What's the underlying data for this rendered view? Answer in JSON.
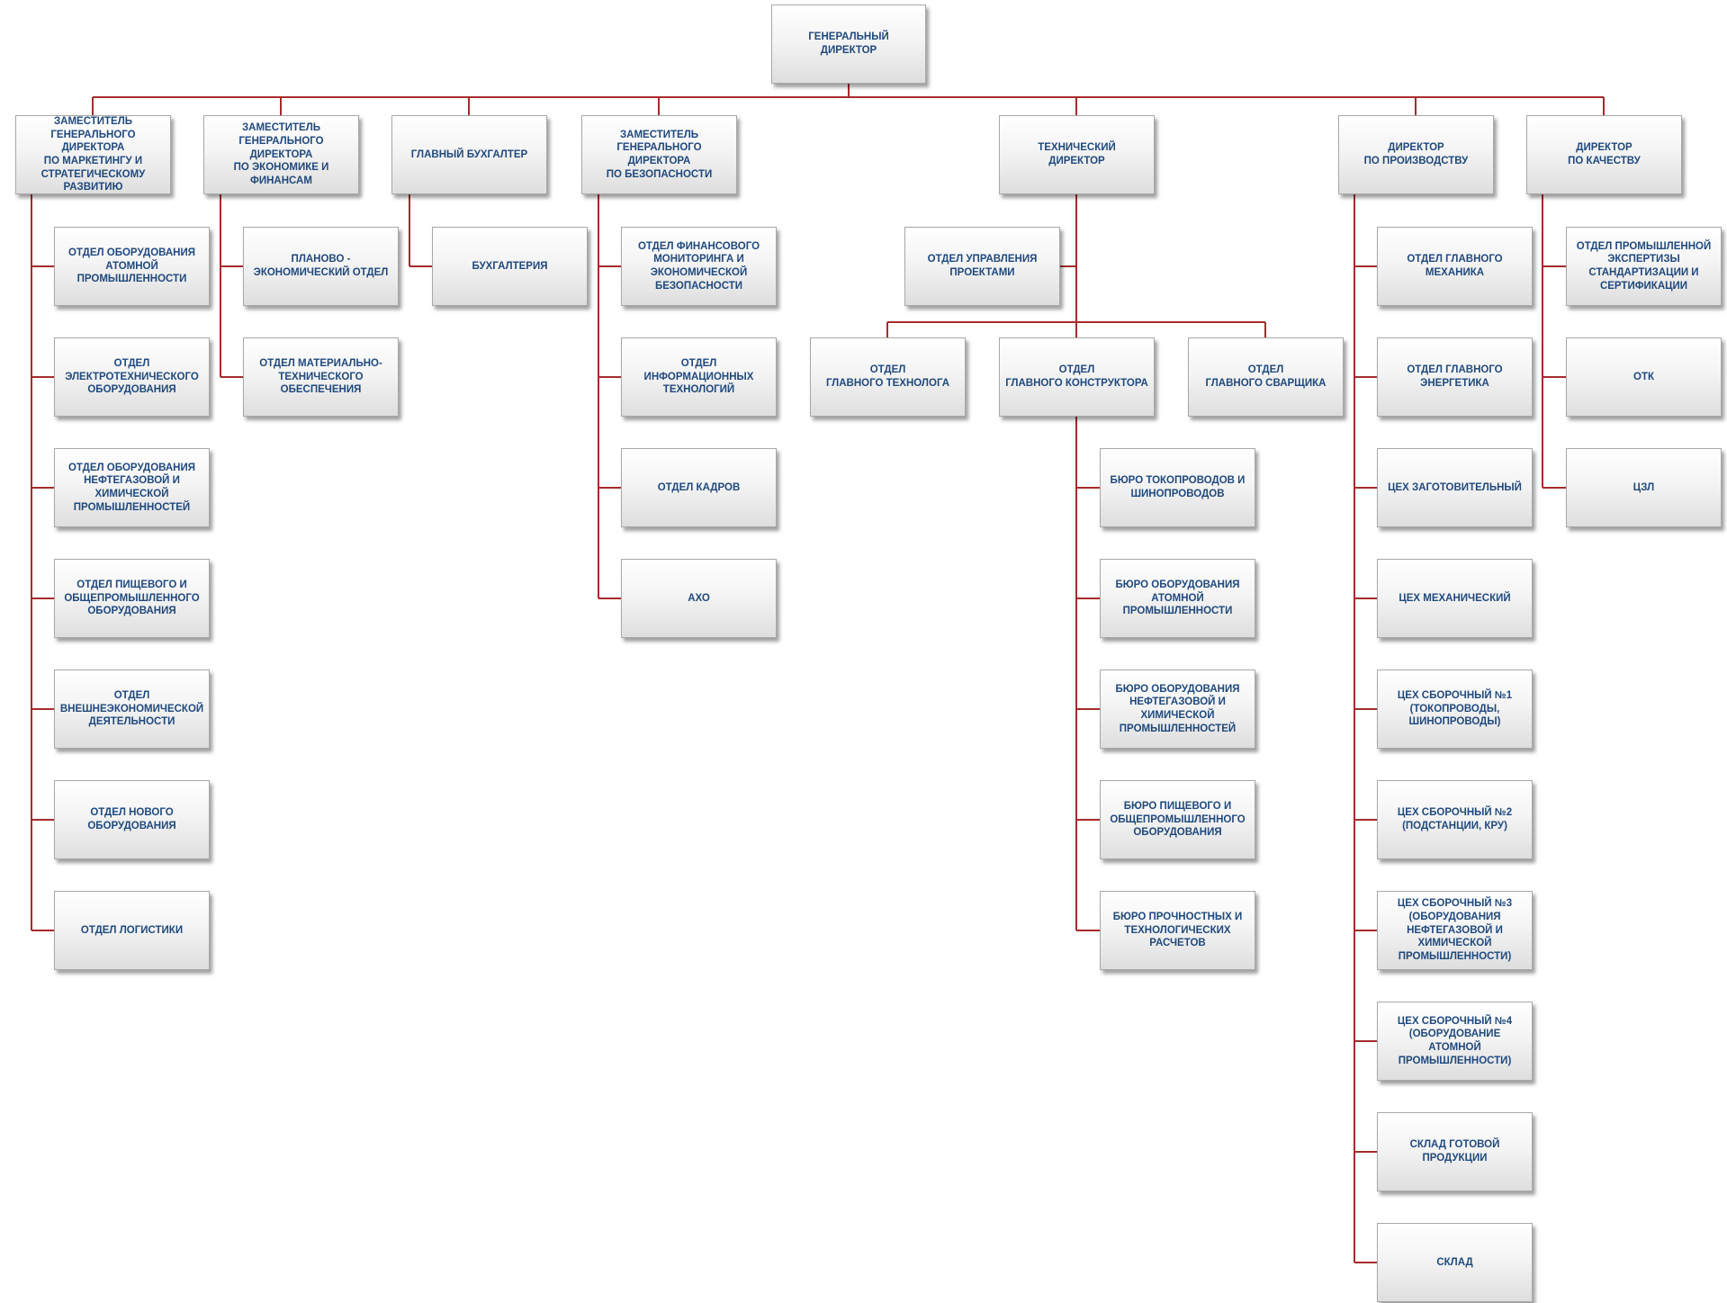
{
  "colors": {
    "connector": "#a62b2b",
    "text": "#1f497d"
  },
  "nodes": [
    {
      "id": "ceo",
      "label": "ГЕНЕРАЛЬНЫЙ\nДИРЕКТОР"
    },
    {
      "id": "dep_marketing",
      "label": "ЗАМЕСТИТЕЛЬ\nГЕНЕРАЛЬНОГО ДИРЕКТОРА\nПО МАРКЕТИНГУ И\nСТРАТЕГИЧЕСКОМУ\nРАЗВИТИЮ"
    },
    {
      "id": "dep_economy",
      "label": "ЗАМЕСТИТЕЛЬ\nГЕНЕРАЛЬНОГО ДИРЕКТОРА\nПО ЭКОНОМИКЕ И\nФИНАНСАМ"
    },
    {
      "id": "chief_accountant",
      "label": "ГЛАВНЫЙ БУХГАЛТЕР"
    },
    {
      "id": "dep_security",
      "label": "ЗАМЕСТИТЕЛЬ\nГЕНЕРАЛЬНОГО ДИРЕКТОРА\nПО БЕЗОПАСНОСТИ"
    },
    {
      "id": "tech_director",
      "label": "ТЕХНИЧЕСКИЙ\nДИРЕКТОР"
    },
    {
      "id": "prod_director",
      "label": "ДИРЕКТОР\nПО ПРОИЗВОДСТВУ"
    },
    {
      "id": "quality_director",
      "label": "ДИРЕКТОР\nПО КАЧЕСТВУ"
    },
    {
      "id": "m1",
      "label": "ОТДЕЛ ОБОРУДОВАНИЯ\nАТОМНОЙ\nПРОМЫШЛЕННОСТИ"
    },
    {
      "id": "m2",
      "label": "ОТДЕЛ\nЭЛЕКТРОТЕХНИЧЕСКОГО\nОБОРУДОВАНИЯ"
    },
    {
      "id": "m3",
      "label": "ОТДЕЛ ОБОРУДОВАНИЯ\nНЕФТЕГАЗОВОЙ И\nХИМИЧЕСКОЙ\nПРОМЫШЛЕННОСТЕЙ"
    },
    {
      "id": "m4",
      "label": "ОТДЕЛ ПИЩЕВОГО И\nОБЩЕПРОМЫШЛЕННОГО\nОБОРУДОВАНИЯ"
    },
    {
      "id": "m5",
      "label": "ОТДЕЛ\nВНЕШНЕЭКОНОМИЧЕСКОЙ\nДЕЯТЕЛЬНОСТИ"
    },
    {
      "id": "m6",
      "label": "ОТДЕЛ НОВОГО\nОБОРУДОВАНИЯ"
    },
    {
      "id": "m7",
      "label": "ОТДЕЛ ЛОГИСТИКИ"
    },
    {
      "id": "e1",
      "label": "ПЛАНОВО -\nЭКОНОМИЧЕСКИЙ ОТДЕЛ"
    },
    {
      "id": "e2",
      "label": "ОТДЕЛ МАТЕРИАЛЬНО-\nТЕХНИЧЕСКОГО\nОБЕСПЕЧЕНИЯ"
    },
    {
      "id": "a1",
      "label": "БУХГАЛТЕРИЯ"
    },
    {
      "id": "s1",
      "label": "ОТДЕЛ ФИНАНСОВОГО\nМОНИТОРИНГА И\nЭКОНОМИЧЕСКОЙ\nБЕЗОПАСНОСТИ"
    },
    {
      "id": "s2",
      "label": "ОТДЕЛ ИНФОРМАЦИОННЫХ\nТЕХНОЛОГИЙ"
    },
    {
      "id": "s3",
      "label": "ОТДЕЛ КАДРОВ"
    },
    {
      "id": "s4",
      "label": "АХО"
    },
    {
      "id": "t_pm",
      "label": "ОТДЕЛ УПРАВЛЕНИЯ\nПРОЕКТАМИ"
    },
    {
      "id": "t_tech",
      "label": "ОТДЕЛ\nГЛАВНОГО ТЕХНОЛОГА"
    },
    {
      "id": "t_design",
      "label": "ОТДЕЛ\nГЛАВНОГО КОНСТРУКТОРА"
    },
    {
      "id": "t_weld",
      "label": "ОТДЕЛ\nГЛАВНОГО СВАРЩИКА"
    },
    {
      "id": "b1",
      "label": "БЮРО ТОКОПРОВОДОВ И\nШИНОПРОВОДОВ"
    },
    {
      "id": "b2",
      "label": "БЮРО ОБОРУДОВАНИЯ\nАТОМНОЙ\nПРОМЫШЛЕННОСТИ"
    },
    {
      "id": "b3",
      "label": "БЮРО ОБОРУДОВАНИЯ\nНЕФТЕГАЗОВОЙ И\nХИМИЧЕСКОЙ\nПРОМЫШЛЕННОСТЕЙ"
    },
    {
      "id": "b4",
      "label": "БЮРО ПИЩЕВОГО И\nОБЩЕПРОМЫШЛЕННОГО\nОБОРУДОВАНИЯ"
    },
    {
      "id": "b5",
      "label": "БЮРО ПРОЧНОСТНЫХ И\nТЕХНОЛОГИЧЕСКИХ\nРАСЧЕТОВ"
    },
    {
      "id": "p1",
      "label": "ОТДЕЛ ГЛАВНОГО\nМЕХАНИКА"
    },
    {
      "id": "p2",
      "label": "ОТДЕЛ ГЛАВНОГО\nЭНЕРГЕТИКА"
    },
    {
      "id": "p3",
      "label": "ЦЕХ ЗАГОТОВИТЕЛЬНЫЙ"
    },
    {
      "id": "p4",
      "label": "ЦЕХ МЕХАНИЧЕСКИЙ"
    },
    {
      "id": "p5",
      "label": "ЦЕХ СБОРОЧНЫЙ №1\n(ТОКОПРОВОДЫ,\nШИНОПРОВОДЫ)"
    },
    {
      "id": "p6",
      "label": "ЦЕХ СБОРОЧНЫЙ №2\n(ПОДСТАНЦИИ, КРУ)"
    },
    {
      "id": "p7",
      "label": "ЦЕХ СБОРОЧНЫЙ №3\n(ОБОРУДОВАНИЯ\nНЕФТЕГАЗОВОЙ И\nХИМИЧЕСКОЙ\nПРОМЫШЛЕННОСТИ)"
    },
    {
      "id": "p8",
      "label": "ЦЕХ СБОРОЧНЫЙ №4\n(ОБОРУДОВАНИЕ АТОМНОЙ\nПРОМЫШЛЕННОСТИ)"
    },
    {
      "id": "p9",
      "label": "СКЛАД ГОТОВОЙ\nПРОДУКЦИИ"
    },
    {
      "id": "p10",
      "label": "СКЛАД"
    },
    {
      "id": "q1",
      "label": "ОТДЕЛ ПРОМЫШЛЕННОЙ\nЭКСПЕРТИЗЫ\nСТАНДАРТИЗАЦИИ И\nСЕРТИФИКАЦИИ"
    },
    {
      "id": "q2",
      "label": "ОТК"
    },
    {
      "id": "q3",
      "label": "ЦЗЛ"
    }
  ]
}
